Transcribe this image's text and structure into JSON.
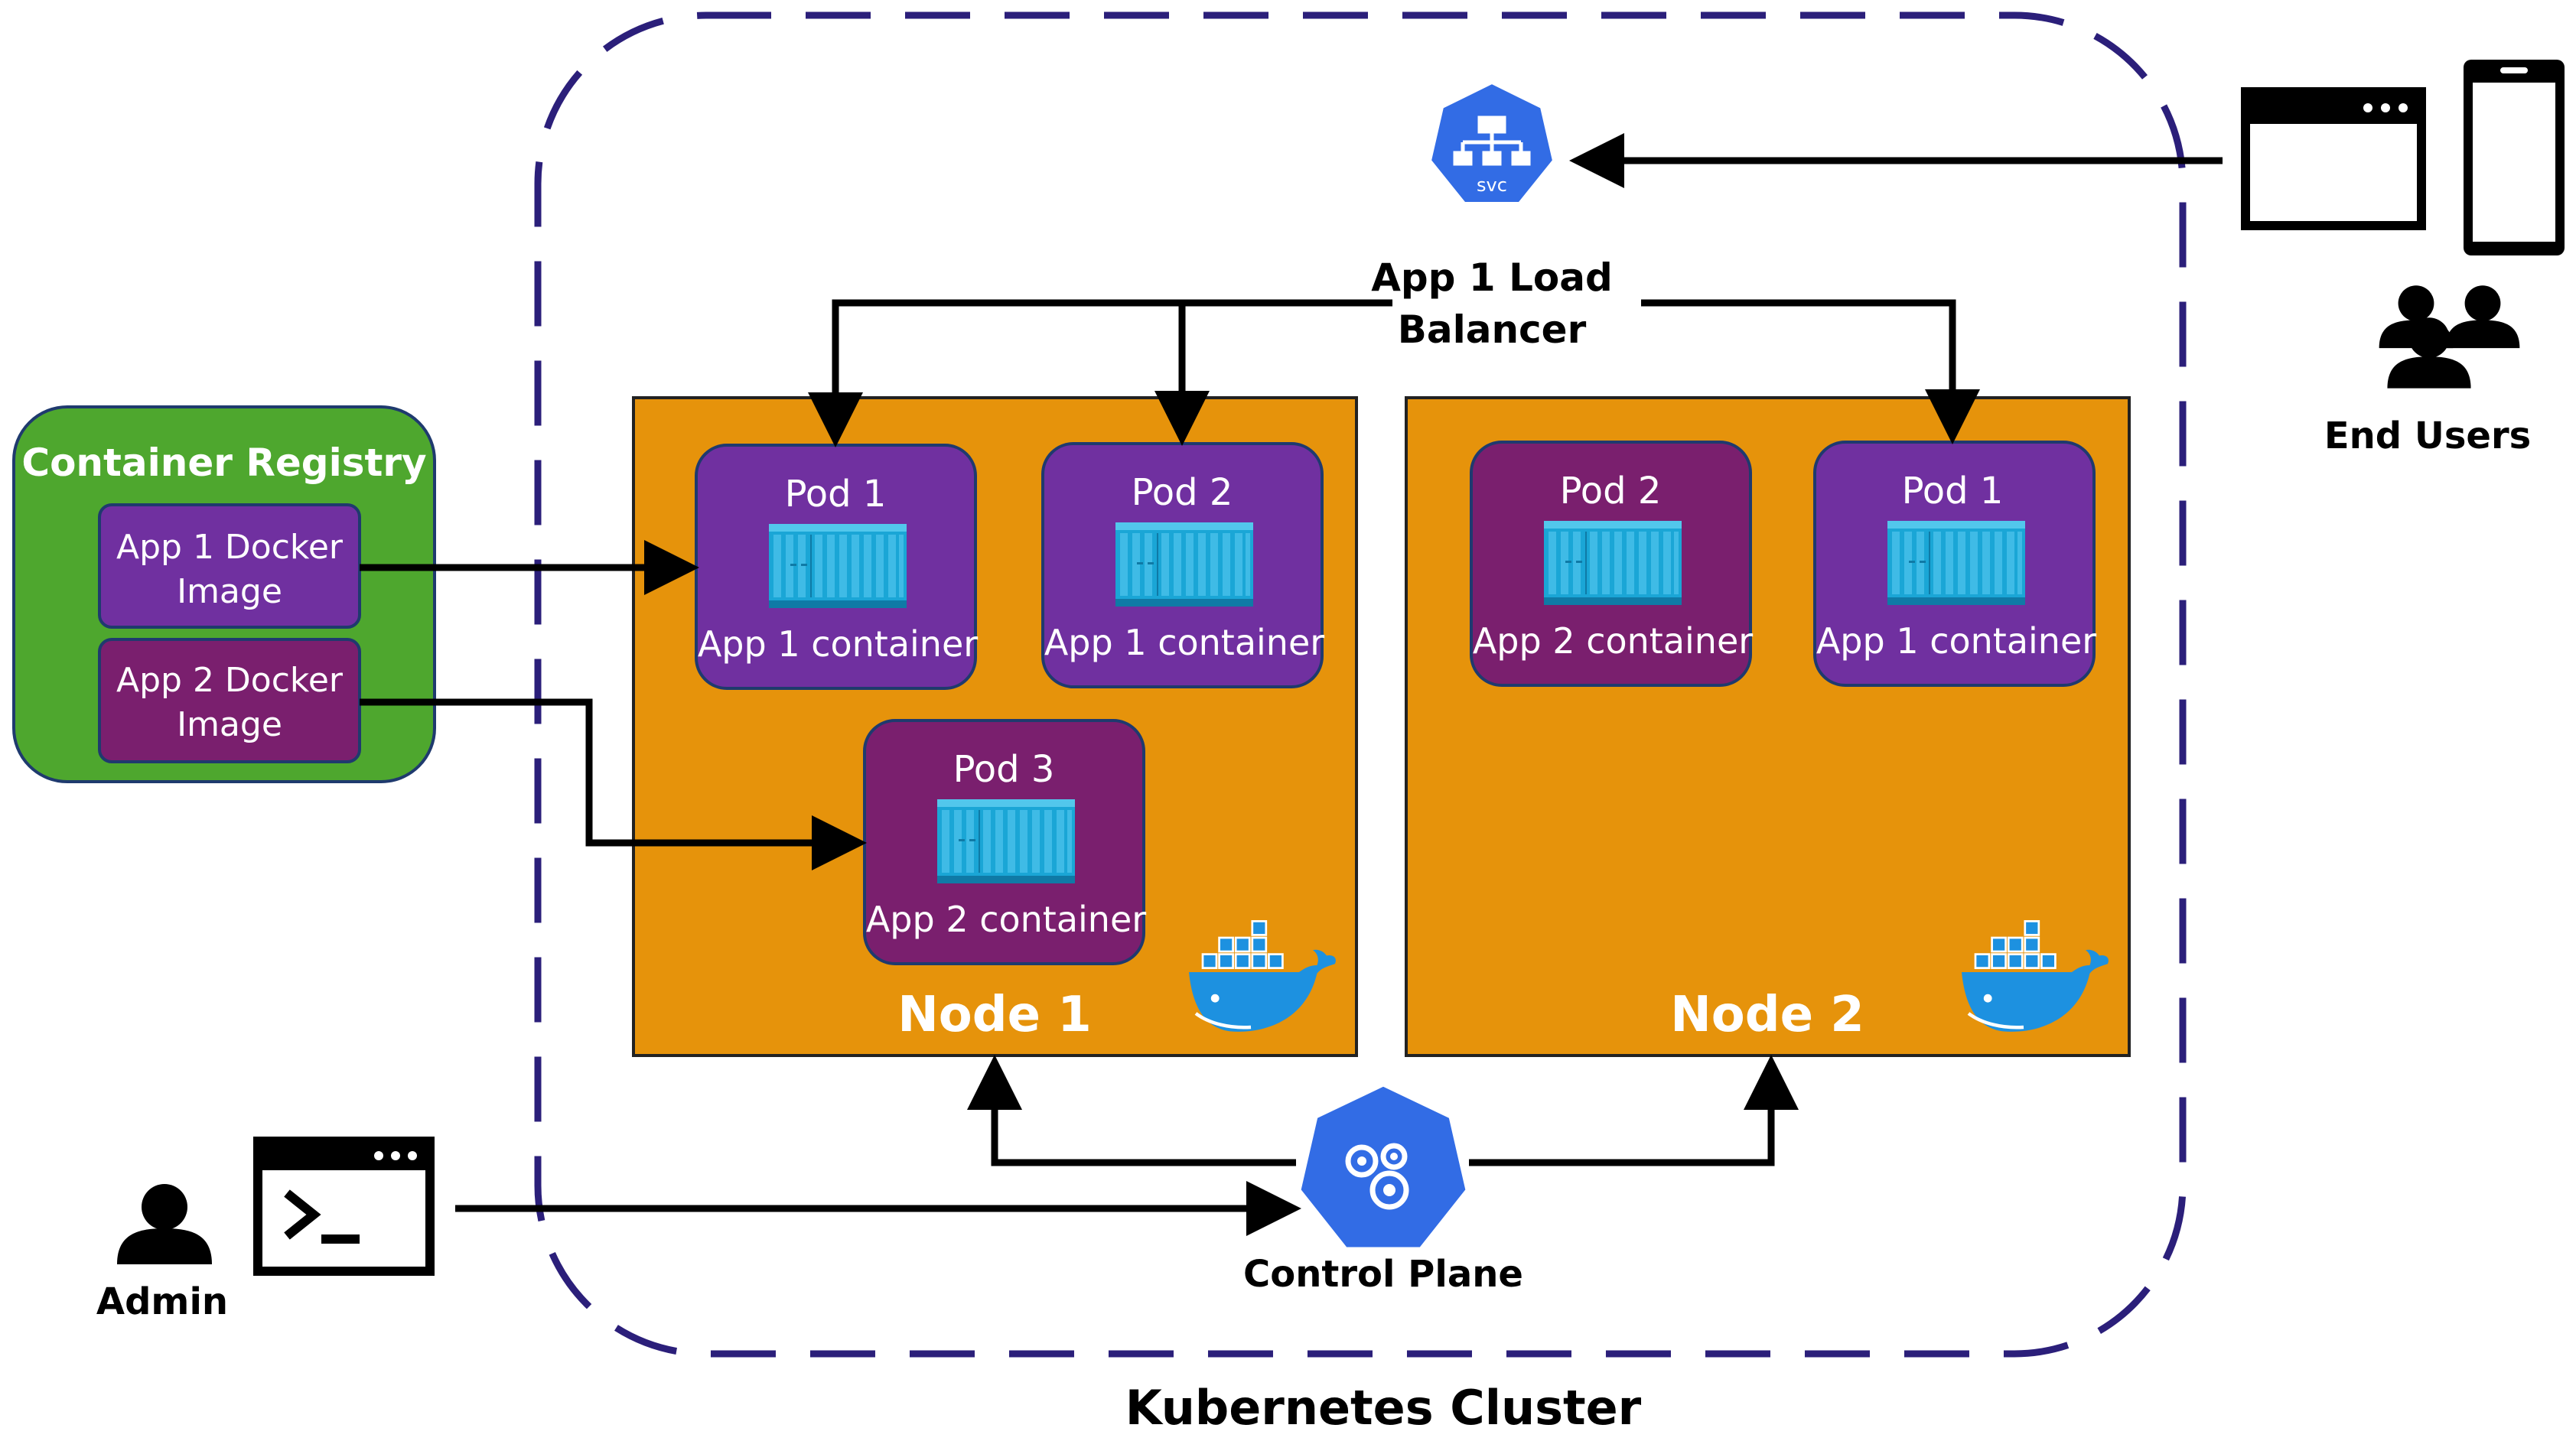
{
  "cluster": {
    "label": "Kubernetes Cluster"
  },
  "registry": {
    "title": "Container Registry",
    "images": [
      {
        "line1": "App 1 Docker",
        "line2": "Image"
      },
      {
        "line1": "App 2 Docker",
        "line2": "Image"
      }
    ]
  },
  "load_balancer": {
    "icon_text": "svc",
    "label_line1": "App 1 Load",
    "label_line2": "Balancer"
  },
  "end_users": {
    "label": "End Users"
  },
  "admin": {
    "label": "Admin"
  },
  "control_plane": {
    "label": "Control Plane"
  },
  "nodes": [
    {
      "label": "Node 1",
      "pods": [
        {
          "name": "Pod 1",
          "container": "App 1 container"
        },
        {
          "name": "Pod 2",
          "container": "App 1 container"
        },
        {
          "name": "Pod 3",
          "container": "App 2 container"
        }
      ]
    },
    {
      "label": "Node 2",
      "pods": [
        {
          "name": "Pod 2",
          "container": "App 2 container"
        },
        {
          "name": "Pod 1",
          "container": "App 1 container"
        }
      ]
    }
  ],
  "colors": {
    "cluster_border": "#2b1f7a",
    "registry_fill": "#4ea72e",
    "node_fill": "#e6930b",
    "app1_fill": "#7030a0",
    "app2_fill": "#7a1f6e",
    "k8s_blue": "#326ce5",
    "docker_blue": "#1d91e0"
  }
}
